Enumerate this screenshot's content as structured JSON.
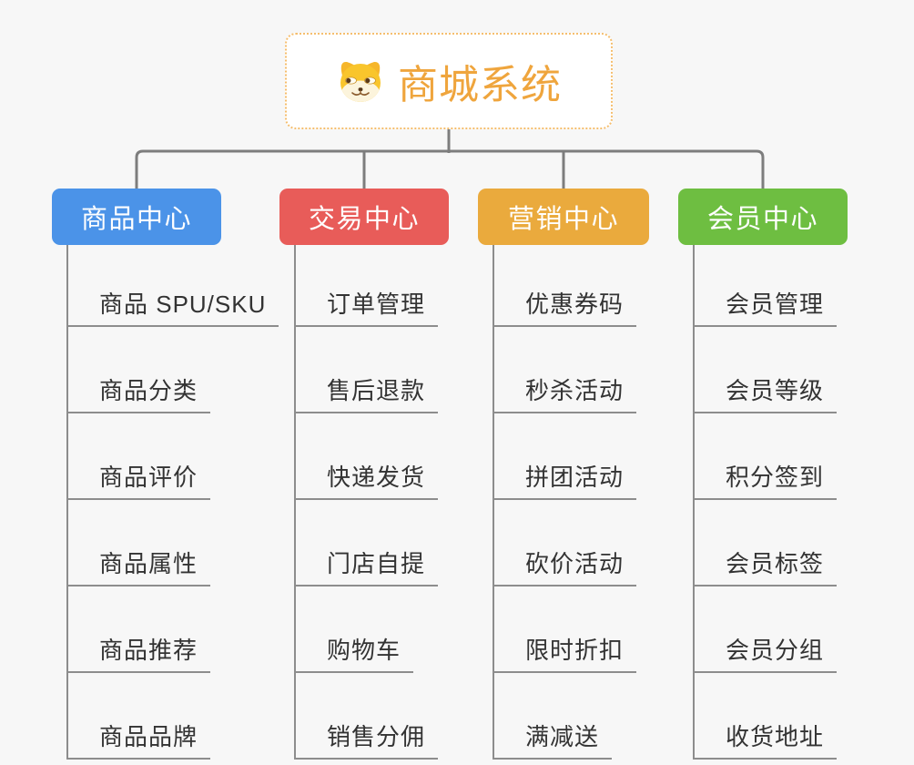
{
  "page": {
    "type": "mind-map",
    "background": "#f7f7f7"
  },
  "root": {
    "title": "商城系统",
    "icon": "dog-face-icon"
  },
  "colors": {
    "background": "#f7f7f7",
    "connector": "#7d7d7d",
    "underline": "#8d8d8d",
    "item_text": "#333333",
    "branch_text": "#ffffff",
    "root_text": "#efa53d",
    "root_border": "#f5be6e",
    "root_background": "#ffffff"
  },
  "branches": [
    {
      "label": "商品中心",
      "color": "#4b93e8",
      "children": [
        "商品 SPU/SKU",
        "商品分类",
        "商品评价",
        "商品属性",
        "商品推荐",
        "商品品牌"
      ]
    },
    {
      "label": "交易中心",
      "color": "#e85c59",
      "children": [
        "订单管理",
        "售后退款",
        "快递发货",
        "门店自提",
        "购物车",
        "销售分佣"
      ]
    },
    {
      "label": "营销中心",
      "color": "#eaaa3d",
      "children": [
        "优惠券码",
        "秒杀活动",
        "拼团活动",
        "砍价活动",
        "限时折扣",
        "满减送"
      ]
    },
    {
      "label": "会员中心",
      "color": "#6ebe41",
      "children": [
        "会员管理",
        "会员等级",
        "积分签到",
        "会员标签",
        "会员分组",
        "收货地址"
      ]
    }
  ]
}
